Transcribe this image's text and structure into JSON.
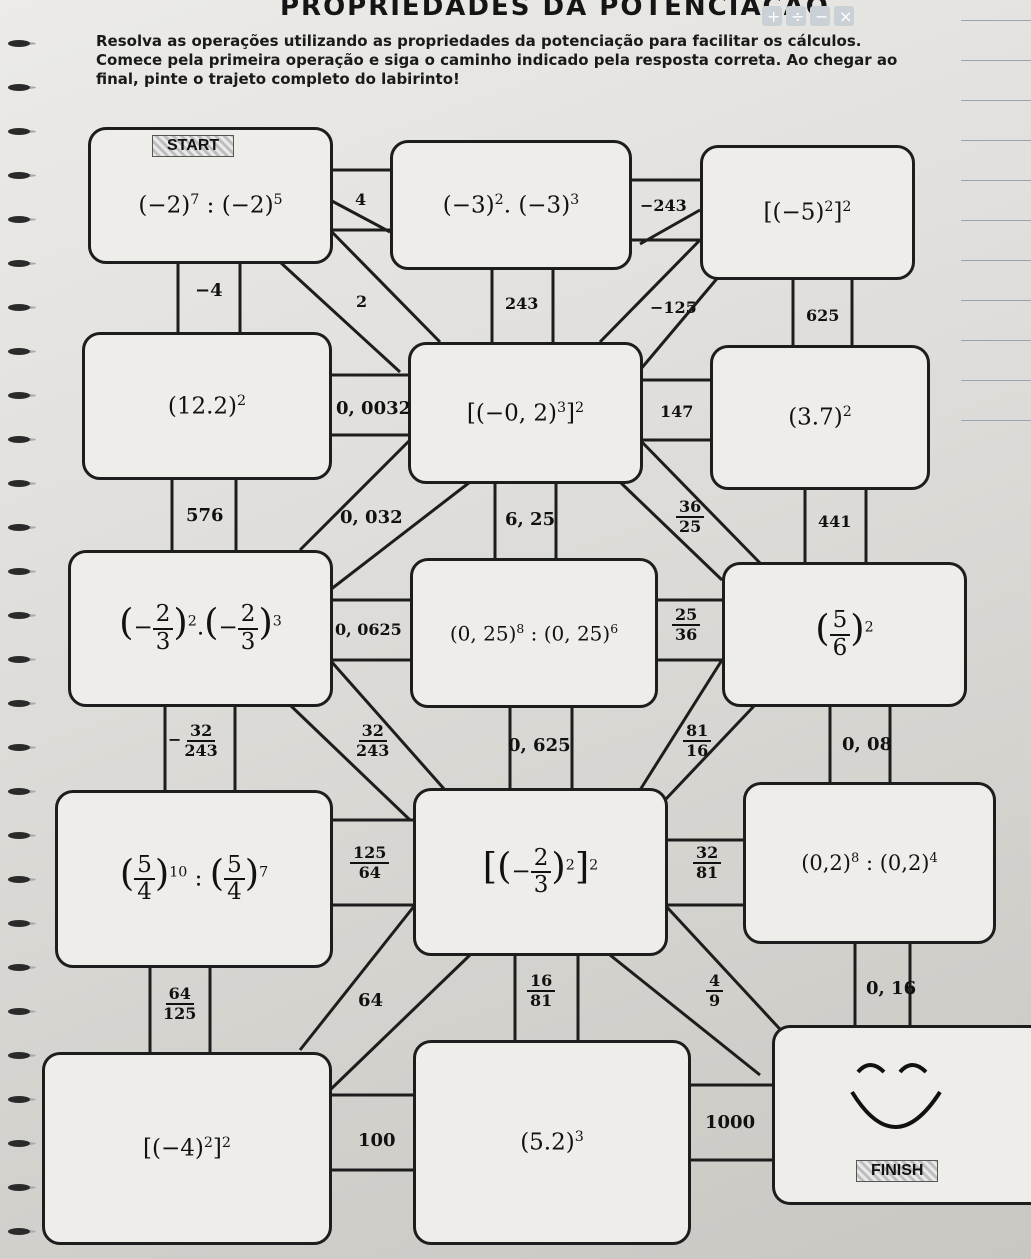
{
  "header": {
    "title": "PROPRIEDADES DA POTENCIAÇÃO",
    "instructions": [
      "Resolva as operações utilizando as propriedades da potenciação para facilitar os cálculos.",
      "Comece pela primeira operação e siga o caminho indicado pela resposta correta. Ao chegar ao",
      "final, pinte o trajeto completo do labirinto!"
    ]
  },
  "maze": {
    "start_label": "START",
    "finish_label": "FINISH",
    "boxes": {
      "b1": {
        "base": "(−2)",
        "e1": "7",
        "op": " : ",
        "base2": "(−2)",
        "e2": "5"
      },
      "b2": {
        "base": "(−3)",
        "e1": "2",
        "op": ". ",
        "base2": "(−3)",
        "e2": "3"
      },
      "b3": {
        "inner": "[(−5)",
        "e1": "2",
        "close": "]",
        "e2": "2"
      },
      "b4": {
        "base": "(12.2)",
        "e1": "2"
      },
      "b5": {
        "inner": "[(−0, 2)",
        "e1": "3",
        "close": "]",
        "e2": "2"
      },
      "b6": {
        "base": "(3.7)",
        "e1": "2"
      },
      "b7": {
        "num": "2",
        "den": "3",
        "e1": "2",
        "e2": "3"
      },
      "b8": {
        "base": "(0, 25)",
        "e1": "8",
        "op": " : ",
        "base2": "(0, 25)",
        "e2": "6"
      },
      "b9": {
        "num": "5",
        "den": "6",
        "e1": "2"
      },
      "b10": {
        "num": "5",
        "den": "4",
        "e1": "10",
        "e2": "7"
      },
      "b11": {
        "num": "2",
        "den": "3",
        "e1": "2",
        "e2": "2"
      },
      "b12": {
        "base": "(0,2)",
        "e1": "8",
        "op": " : ",
        "base2": "(0,2)",
        "e2": "4"
      },
      "b13": {
        "inner": "[(−4)",
        "e1": "2",
        "close": "]",
        "e2": "2"
      },
      "b14": {
        "base": "(5.2)",
        "e1": "3"
      }
    },
    "labels": {
      "l_4": "4",
      "l_m243": "−243",
      "l_m4": "−4",
      "l_2": "2",
      "l_243": "243",
      "l_m125": "−125",
      "l_625": "625",
      "l_00032": "0, 0032",
      "l_147": "147",
      "l_576": "576",
      "l_0032": "0, 032",
      "l_625b": "6, 25",
      "l_36_25_n": "36",
      "l_36_25_d": "25",
      "l_441": "441",
      "l_00625": "0, 0625",
      "l_25_36_n": "25",
      "l_25_36_d": "36",
      "l_m32_243_sign": "−",
      "l_m32_243_n": "32",
      "l_m32_243_d": "243",
      "l_32_243_n": "32",
      "l_32_243_d": "243",
      "l_0625": "0, 625",
      "l_81_16_n": "81",
      "l_81_16_d": "16",
      "l_008": "0, 08",
      "l_125_64_n": "125",
      "l_125_64_d": "64",
      "l_32_81_n": "32",
      "l_32_81_d": "81",
      "l_64_125_n": "64",
      "l_64_125_d": "125",
      "l_64": "64",
      "l_16_81_n": "16",
      "l_16_81_d": "81",
      "l_4_9_n": "4",
      "l_4_9_d": "9",
      "l_016": "0, 16",
      "l_100": "100",
      "l_1000": "1000"
    }
  }
}
